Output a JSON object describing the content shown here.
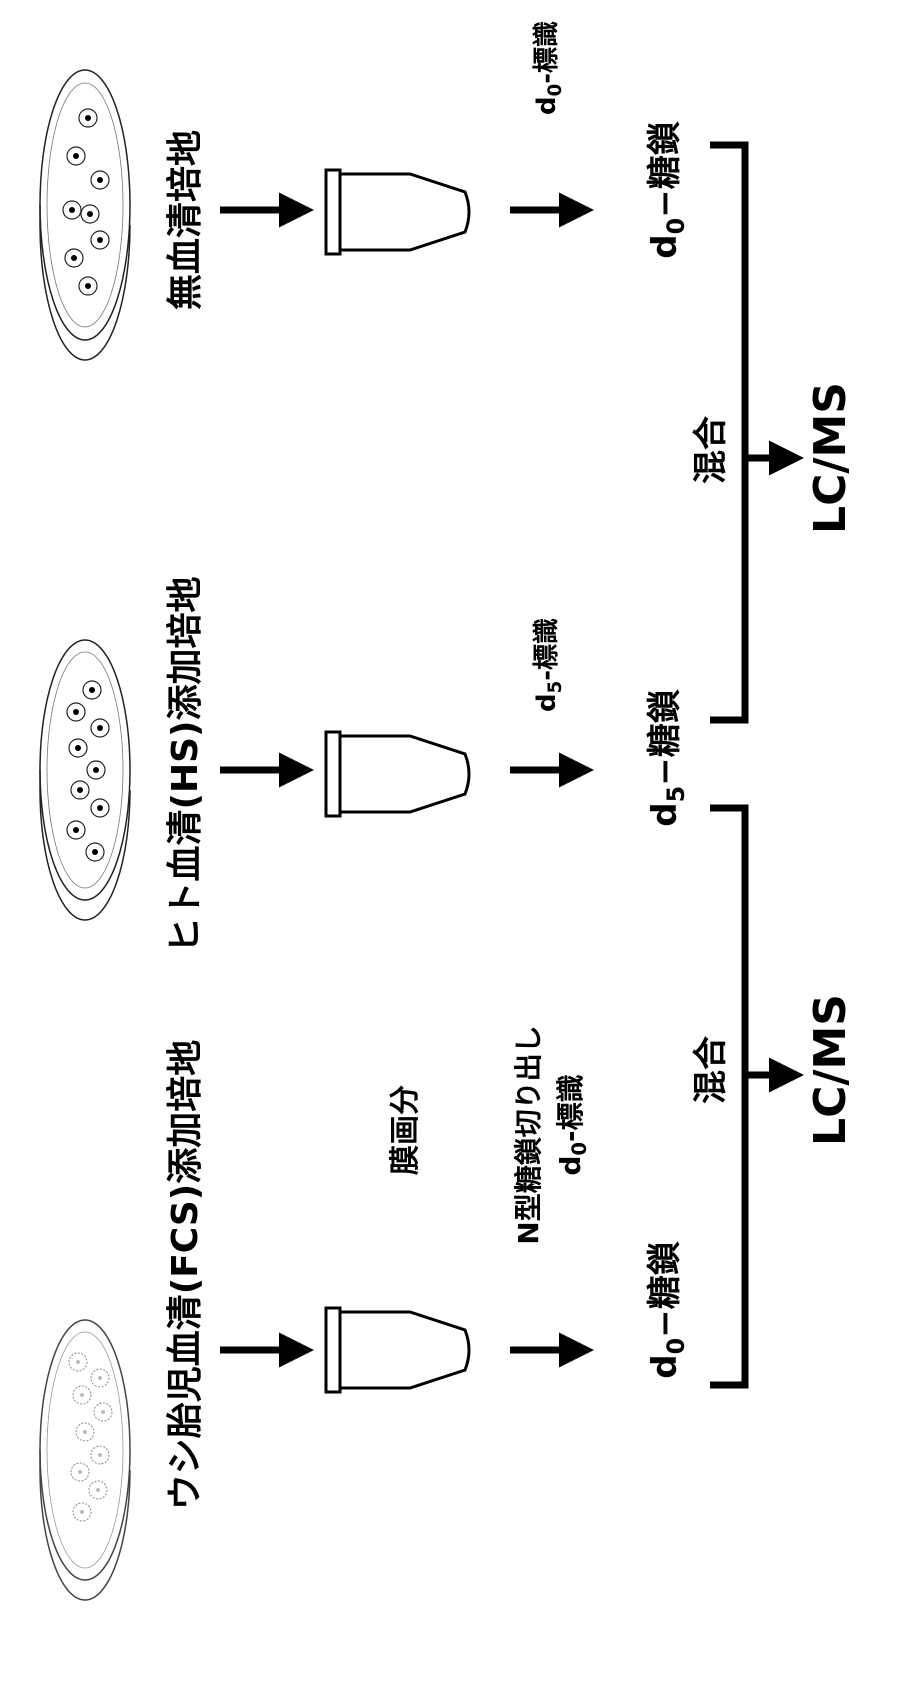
{
  "panels": [
    {
      "medium": "ウシ胎児血清(FCS)添加培地",
      "label_prefix": "d",
      "label_sub": "0",
      "label_suffix": "−糖鎖"
    },
    {
      "medium": "ヒト血清(HS)添加培地",
      "tag_prefix": "d",
      "tag_sub": "5",
      "tag_suffix": "-標識",
      "label_prefix": "d",
      "label_sub": "5",
      "label_suffix": "−糖鎖"
    },
    {
      "medium": "無血清培地",
      "tag_prefix": "d",
      "tag_sub": "0",
      "tag_suffix": "-標識",
      "label_prefix": "d",
      "label_sub": "0",
      "label_suffix": "−糖鎖"
    }
  ],
  "steps": {
    "membrane_fraction": "膜画分",
    "n_glycan_release": "N型糖鎖切り出し",
    "label_prefix": "d",
    "label_sub": "0",
    "label_suffix": "-標識"
  },
  "mixes": [
    {
      "mix_label": "混合",
      "analysis": "LC/MS"
    },
    {
      "mix_label": "混合",
      "analysis": "LC/MS"
    }
  ]
}
